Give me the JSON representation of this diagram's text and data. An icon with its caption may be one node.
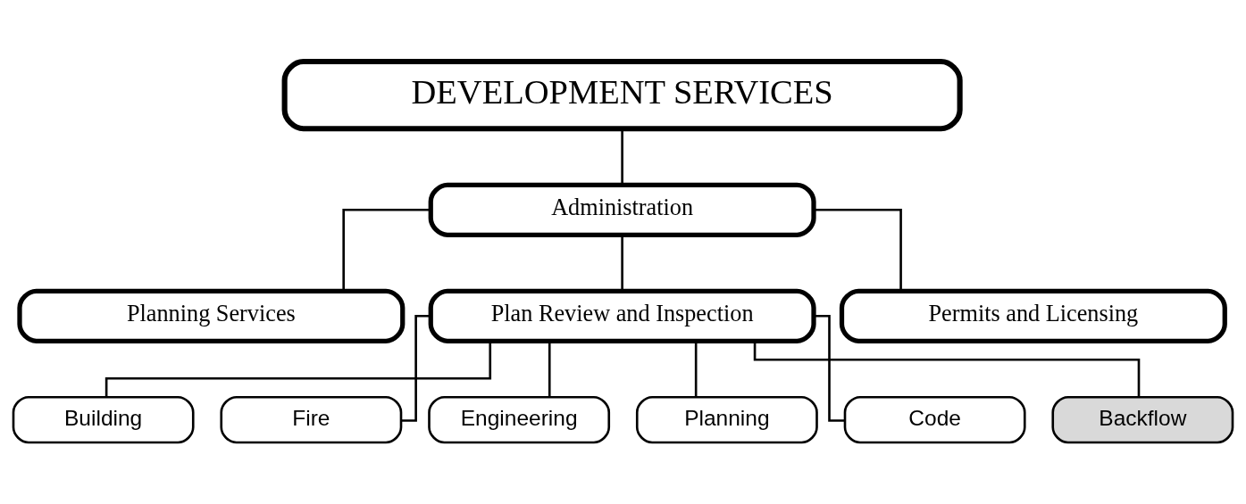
{
  "diagram": {
    "nodes": [
      {
        "text": [
          "DEVELOPMENT SERVICES"
        ]
      },
      {
        "text": [
          "Administration"
        ]
      },
      {
        "text": [
          "Planning Services"
        ]
      },
      {
        "text": [
          "Plan Review and Inspection"
        ]
      },
      {
        "text": [
          "Permits and Licensing"
        ]
      },
      {
        "text": [
          "Building"
        ]
      },
      {
        "text": [
          "Fire"
        ]
      },
      {
        "text": [
          "Engineering"
        ]
      },
      {
        "text": [
          "Planning"
        ]
      },
      {
        "text": [
          "Code"
        ]
      },
      {
        "text": [
          "Backflow"
        ]
      }
    ],
    "edges": [
      {
        "from": 0,
        "to": 1,
        "arrow": "none"
      },
      {
        "from": 1,
        "to": 2,
        "arrow": "none"
      },
      {
        "from": 1,
        "to": 3,
        "arrow": "none"
      },
      {
        "from": 1,
        "to": 4,
        "arrow": "none"
      },
      {
        "from": 3,
        "to": 5,
        "arrow": "none"
      },
      {
        "from": 3,
        "to": 6,
        "arrow": "none"
      },
      {
        "from": 3,
        "to": 7,
        "arrow": "none"
      },
      {
        "from": 3,
        "to": 8,
        "arrow": "none"
      },
      {
        "from": 3,
        "to": 9,
        "arrow": "none"
      },
      {
        "from": 3,
        "to": 10,
        "arrow": "none"
      }
    ]
  }
}
